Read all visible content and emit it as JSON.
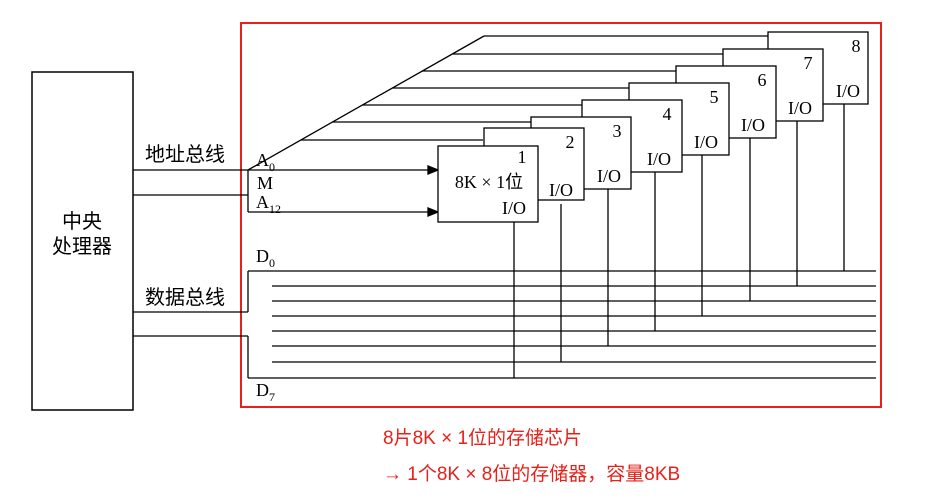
{
  "cpu": {
    "label_line1": "中央",
    "label_line2": "处理器"
  },
  "bus": {
    "address_label": "地址总线",
    "data_label": "数据总线",
    "addr_low": "A",
    "addr_low_sub": "0",
    "mem_signal": "M",
    "addr_high": "A",
    "addr_high_sub": "12",
    "data_low": "D",
    "data_low_sub": "0",
    "data_high": "D",
    "data_high_sub": "7"
  },
  "chips": [
    {
      "num": "1",
      "capacity": "8K × 1位",
      "io": "I/O"
    },
    {
      "num": "2",
      "io": "I/O"
    },
    {
      "num": "3",
      "io": "I/O"
    },
    {
      "num": "4",
      "io": "I/O"
    },
    {
      "num": "5",
      "io": "I/O"
    },
    {
      "num": "6",
      "io": "I/O"
    },
    {
      "num": "7",
      "io": "I/O"
    },
    {
      "num": "8",
      "io": "I/O"
    }
  ],
  "captions": {
    "line1": "8片8K × 1位的存储芯片",
    "line2": "→ 1个8K × 8位的存储器，容量8KB"
  },
  "colors": {
    "highlight": "#e8201a",
    "ink": "#000000"
  }
}
